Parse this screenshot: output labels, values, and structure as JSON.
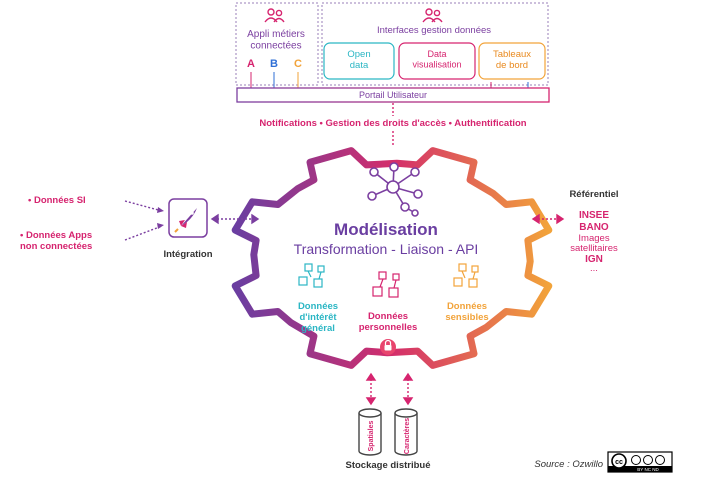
{
  "top": {
    "appli_title": "Appli métiers\nconnectées",
    "appli_letters": [
      "A",
      "B",
      "C"
    ],
    "interfaces_title": "Interfaces gestion données",
    "boxes": [
      "Open\ndata",
      "Data\nvisualisation",
      "Tableaux\nde bord"
    ],
    "portal": "Portail Utilisateur"
  },
  "services_line": "Notifications • Gestion des droits d'accès • Authentification",
  "left": {
    "items": [
      "• Données SI",
      "• Données Apps\nnon connectées"
    ],
    "integration": "Intégration"
  },
  "center": {
    "title": "Modélisation",
    "subtitle": "Transformation - Liaison - API",
    "data_general": "Données\nd'intérêt\ngénéral",
    "data_personal": "Données\npersonnelles",
    "data_sensitive": "Données\nsensibles"
  },
  "right": {
    "title": "Référentiel",
    "items": [
      "INSEE",
      "BANO",
      "Images",
      "satellitaires",
      "IGN",
      "..."
    ]
  },
  "bottom": {
    "cylinders": [
      "Spatiales",
      "Caractères"
    ],
    "label": "Stockage distribué"
  },
  "source": "Source : Ozwillo",
  "license": {
    "top": "cc",
    "bottom": "BY  NC  ND"
  },
  "colors": {
    "purple": "#7b3fa0",
    "magenta": "#d6246f",
    "orange": "#f2a33a",
    "teal": "#2bb6c4",
    "blue": "#2f6fd6"
  }
}
